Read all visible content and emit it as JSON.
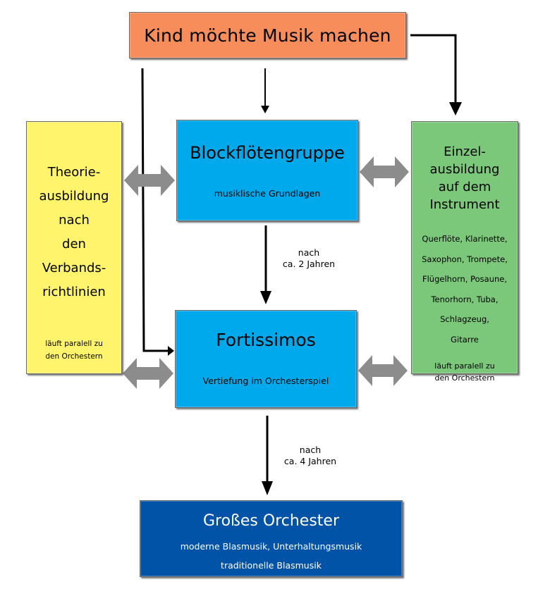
{
  "diagram": {
    "start": {
      "label": "Kind möchte Musik machen",
      "color": "#f68d5b"
    },
    "theory": {
      "title_lines": [
        "Theorie-",
        "ausbildung",
        "nach",
        "den",
        "Verbands-",
        "richtlinien"
      ],
      "note_lines": [
        "läuft paralell zu",
        "den Orchestern"
      ],
      "color": "#fff46c"
    },
    "recorder_group": {
      "title": "Blockflötengruppe",
      "subtitle": "musiklische Grundlagen",
      "color": "#00a9ec"
    },
    "fortissimos": {
      "title": "Fortissimos",
      "subtitle": "Vertiefung im Orchesterspiel",
      "color": "#00a9ec"
    },
    "individual": {
      "title_lines": [
        "Einzel-",
        "ausbildung",
        "auf dem",
        "Instrument"
      ],
      "instrument_lines": [
        "Querflöte, Klarinette,",
        "Saxophon, Trompete,",
        "Flügelhorn, Posaune,",
        "Tenorhorn, Tuba,",
        "Schlagzeug,",
        "Gitarre"
      ],
      "note_lines": [
        "läuft paralell zu",
        "den Orchestern"
      ],
      "color": "#7cc87a"
    },
    "big_orchestra": {
      "title": "Großes Orchester",
      "line1": "moderne Blasmusik, Unterhaltungsmusik",
      "line2": "traditionelle Blasmusik",
      "color": "#0053a6"
    },
    "transitions": [
      {
        "from": "Blockflötengruppe",
        "to": "Fortissimos",
        "label_lines": [
          "nach",
          "ca. 2 Jahren"
        ]
      },
      {
        "from": "Fortissimos",
        "to": "Großes Orchester",
        "label_lines": [
          "nach",
          "ca. 4 Jahren"
        ]
      }
    ],
    "edges": [
      {
        "from": "Kind möchte Musik machen",
        "to": "Blockflötengruppe",
        "type": "arrow"
      },
      {
        "from": "Kind möchte Musik machen",
        "to": "Fortissimos",
        "type": "arrow"
      },
      {
        "from": "Kind möchte Musik machen",
        "to": "Einzelausbildung auf dem Instrument",
        "type": "arrow"
      },
      {
        "from": "Theorieausbildung",
        "to": "Blockflötengruppe",
        "type": "bidirectional"
      },
      {
        "from": "Theorieausbildung",
        "to": "Fortissimos",
        "type": "bidirectional"
      },
      {
        "from": "Blockflötengruppe",
        "to": "Einzelausbildung auf dem Instrument",
        "type": "bidirectional"
      },
      {
        "from": "Fortissimos",
        "to": "Einzelausbildung auf dem Instrument",
        "type": "bidirectional"
      }
    ],
    "arrow_color": "#000000",
    "double_arrow_color": "#8c8c8c"
  }
}
